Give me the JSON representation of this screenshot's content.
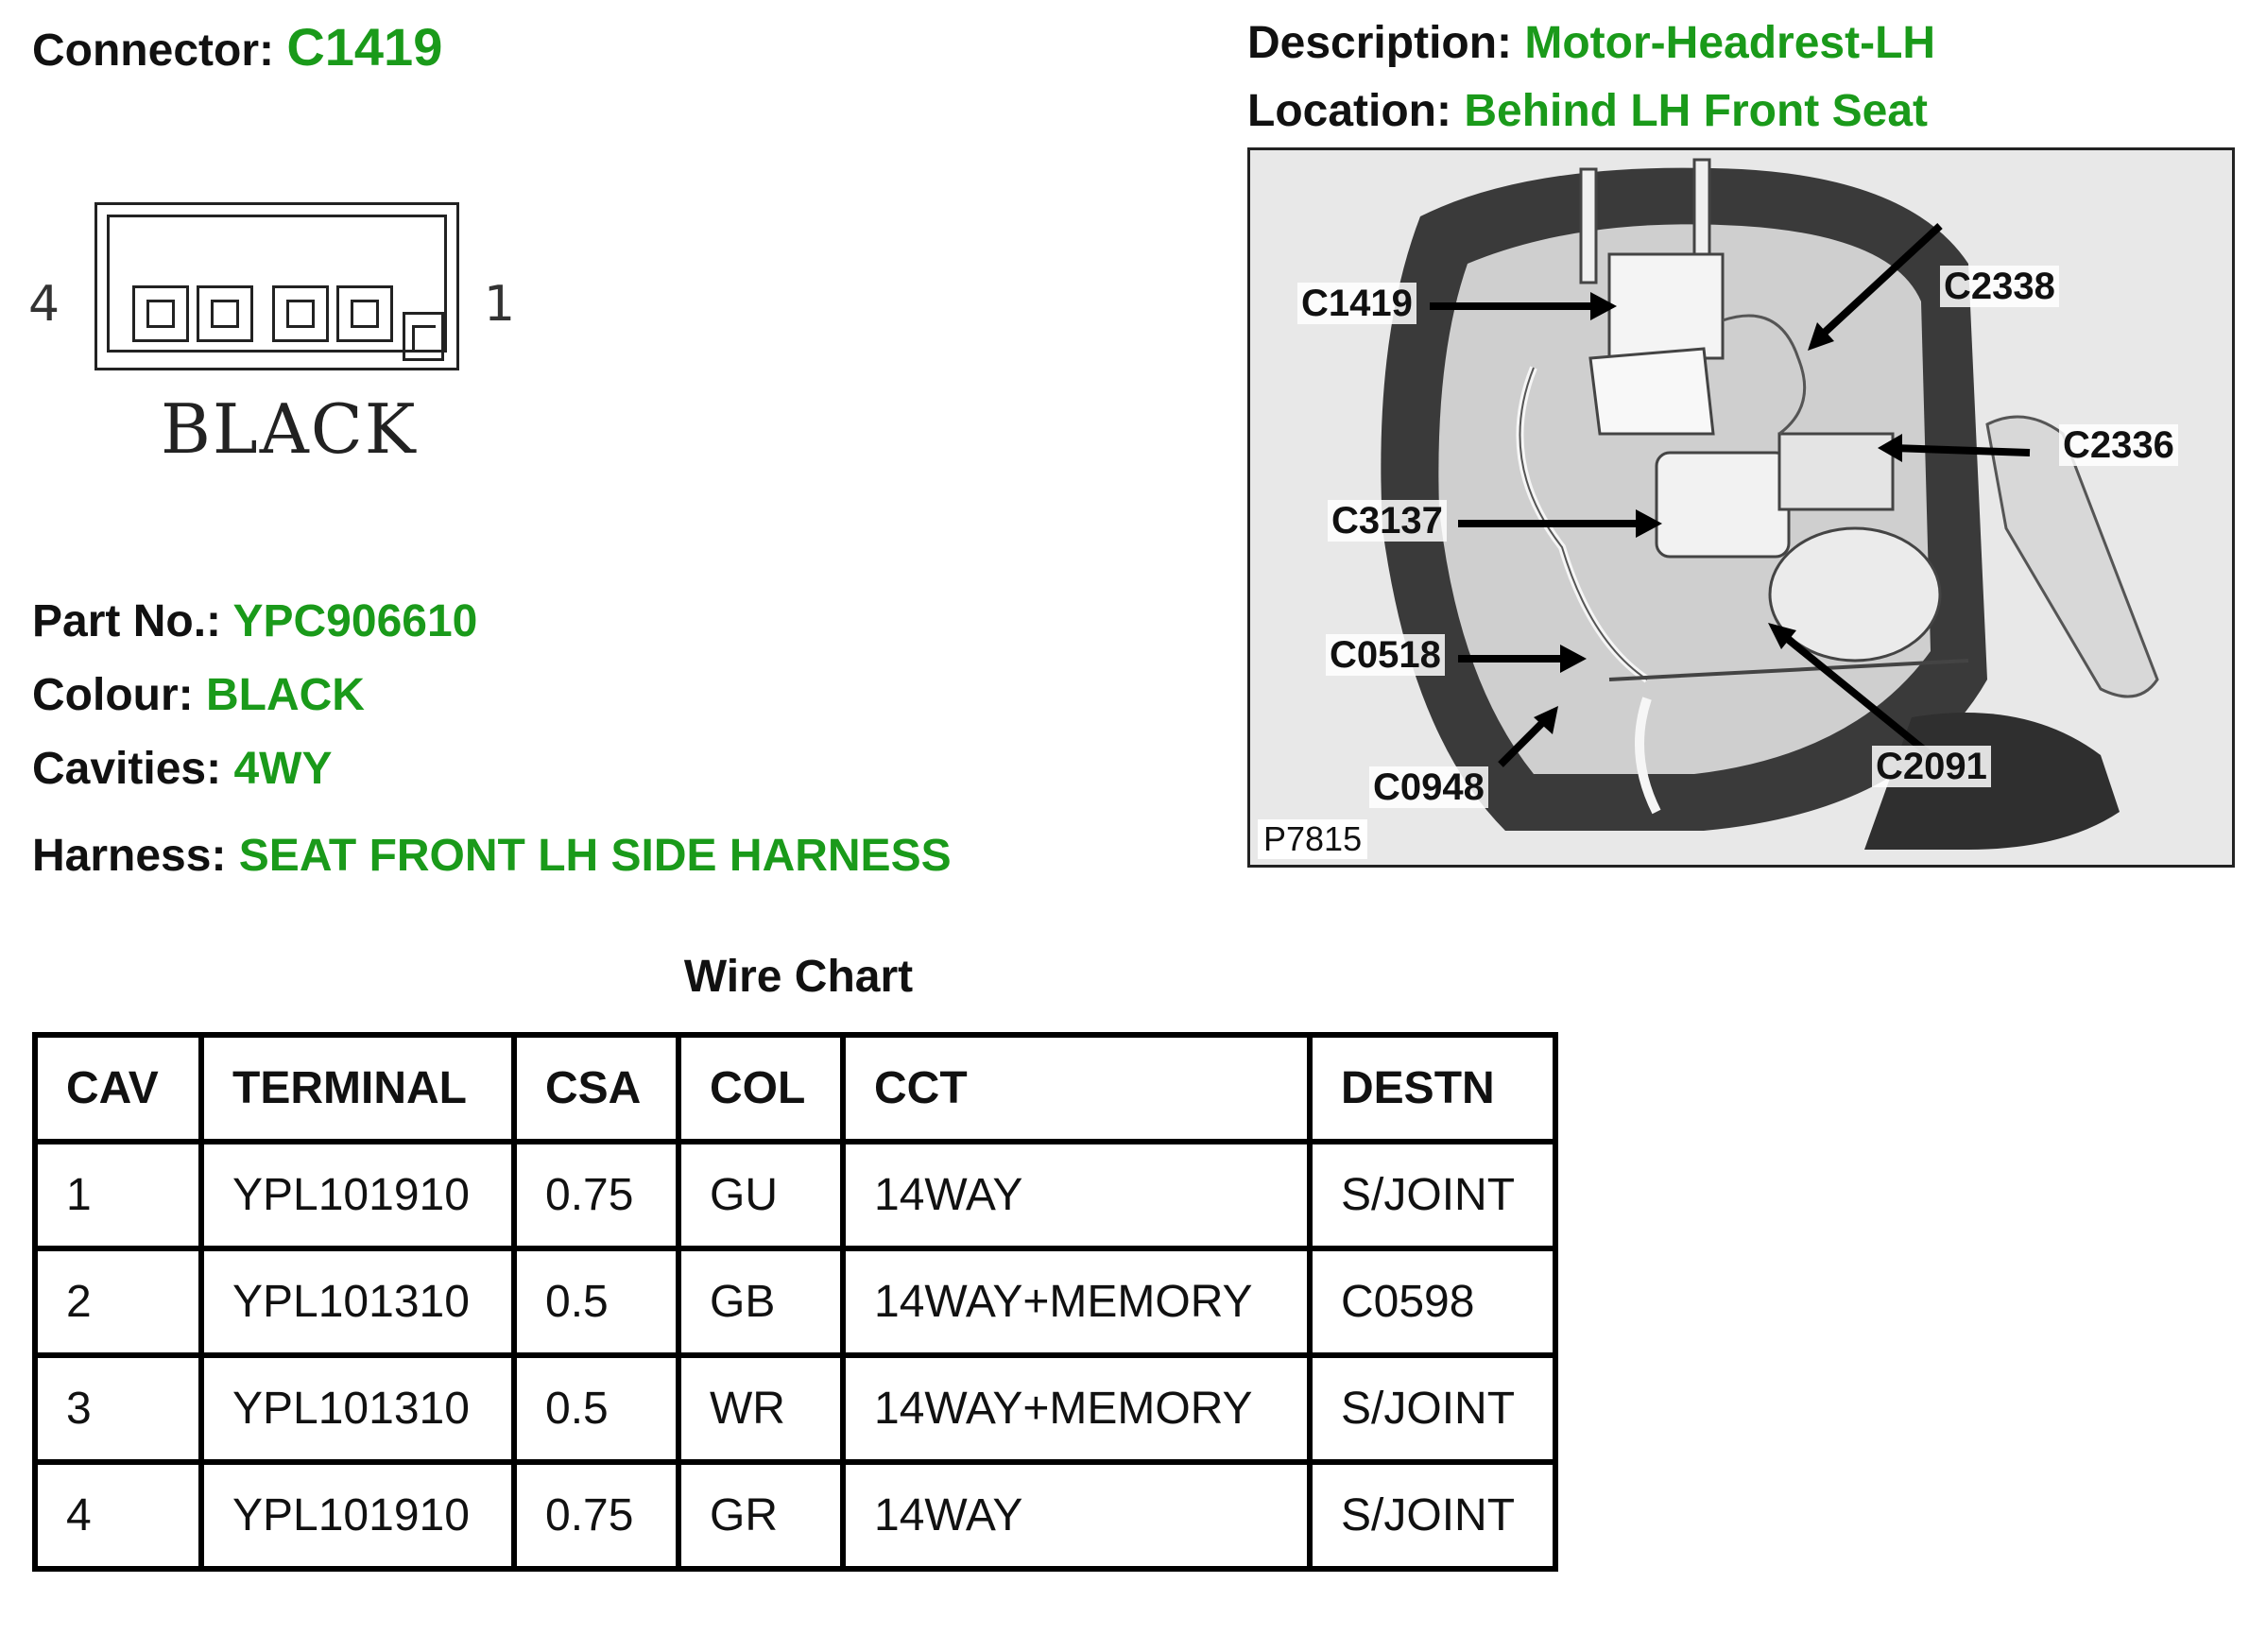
{
  "header": {
    "connector_label": "Connector:",
    "connector_value": "C1419",
    "description_label": "Description:",
    "description_value": "Motor-Headrest-LH",
    "location_label": "Location:",
    "location_value": "Behind LH Front Seat"
  },
  "connector_drawing": {
    "pin_left": "4",
    "pin_right": "1",
    "colour_text": "BLACK"
  },
  "details": {
    "part_label": "Part No.:",
    "part_value": "YPC906610",
    "colour_label": "Colour:",
    "colour_value": "BLACK",
    "cavities_label": "Cavities:",
    "cavities_value": "4WY",
    "harness_label": "Harness:",
    "harness_value": "SEAT FRONT LH SIDE HARNESS"
  },
  "photo": {
    "callouts": [
      "C1419",
      "C2338",
      "C2336",
      "C3137",
      "C0518",
      "C0948",
      "C2091"
    ],
    "ref": "P7815"
  },
  "wire_chart": {
    "title": "Wire Chart",
    "columns": [
      "CAV",
      "TERMINAL",
      "CSA",
      "COL",
      "CCT",
      "DESTN"
    ],
    "rows": [
      [
        "1",
        "YPL101910",
        "0.75",
        "GU",
        "14WAY",
        "S/JOINT"
      ],
      [
        "2",
        "YPL101310",
        "0.5",
        "GB",
        "14WAY+MEMORY",
        "C0598"
      ],
      [
        "3",
        "YPL101310",
        "0.5",
        "WR",
        "14WAY+MEMORY",
        "S/JOINT"
      ],
      [
        "4",
        "YPL101910",
        "0.75",
        "GR",
        "14WAY",
        "S/JOINT"
      ]
    ]
  },
  "colors": {
    "value_green": "#1a9a1a"
  }
}
